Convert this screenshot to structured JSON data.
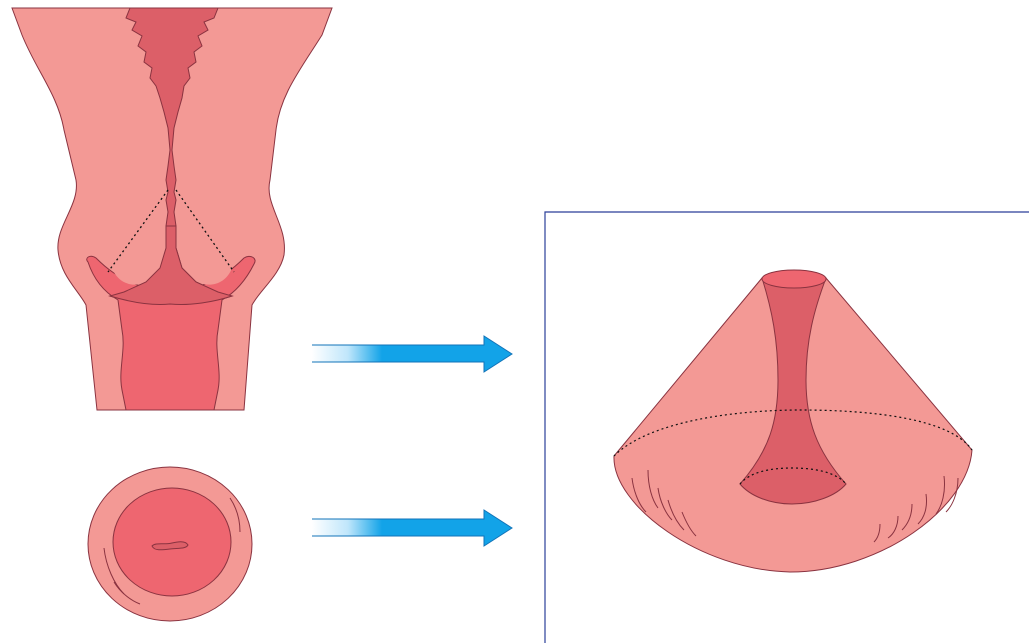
{
  "colors": {
    "tissue": "#f39995",
    "tissue_dark": "#dc5f68",
    "mucosa": "#ee6670",
    "outline": "#8a3340",
    "arrow": "#12a3e8",
    "arrow_outline": "#1273b8",
    "frame": "#2b3f99",
    "dotted": "#111111"
  },
  "figure": {
    "panels": [
      "cervix-longitudinal-section",
      "cervix-ectocervix-face",
      "excised-cone-specimen"
    ],
    "arrows": 2
  }
}
